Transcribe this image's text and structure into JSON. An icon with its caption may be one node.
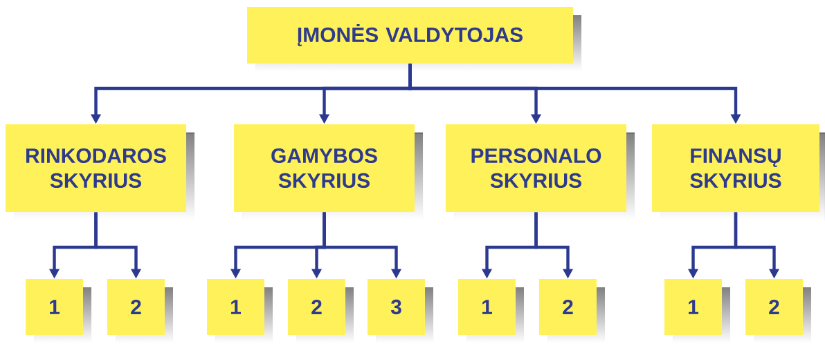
{
  "diagram": {
    "nodes": [
      {
        "text": [
          "ĮMONĖS VALDYTOJAS"
        ]
      },
      {
        "text": [
          "RINKODAROS SKYRIUS"
        ]
      },
      {
        "text": [
          "GAMYBOS SKYRIUS"
        ]
      },
      {
        "text": [
          "PERSONALO SKYRIUS"
        ]
      },
      {
        "text": [
          "FINANSŲ SKYRIUS"
        ]
      },
      {
        "text": [
          "1"
        ]
      },
      {
        "text": [
          "2"
        ]
      },
      {
        "text": [
          "1"
        ]
      },
      {
        "text": [
          "2"
        ]
      },
      {
        "text": [
          "3"
        ]
      },
      {
        "text": [
          "1"
        ]
      },
      {
        "text": [
          "2"
        ]
      },
      {
        "text": [
          "1"
        ]
      },
      {
        "text": [
          "2"
        ]
      }
    ],
    "edges": [
      {
        "from": 0,
        "to": 1,
        "arrow": "to"
      },
      {
        "from": 0,
        "to": 2,
        "arrow": "to"
      },
      {
        "from": 0,
        "to": 3,
        "arrow": "to"
      },
      {
        "from": 0,
        "to": 4,
        "arrow": "to"
      },
      {
        "from": 1,
        "to": 5,
        "arrow": "to"
      },
      {
        "from": 1,
        "to": 6,
        "arrow": "to"
      },
      {
        "from": 2,
        "to": 7,
        "arrow": "to"
      },
      {
        "from": 2,
        "to": 8,
        "arrow": "to"
      },
      {
        "from": 2,
        "to": 9,
        "arrow": "to"
      },
      {
        "from": 3,
        "to": 10,
        "arrow": "to"
      },
      {
        "from": 3,
        "to": 11,
        "arrow": "to"
      },
      {
        "from": 4,
        "to": 12,
        "arrow": "to"
      },
      {
        "from": 4,
        "to": 13,
        "arrow": "to"
      }
    ]
  }
}
